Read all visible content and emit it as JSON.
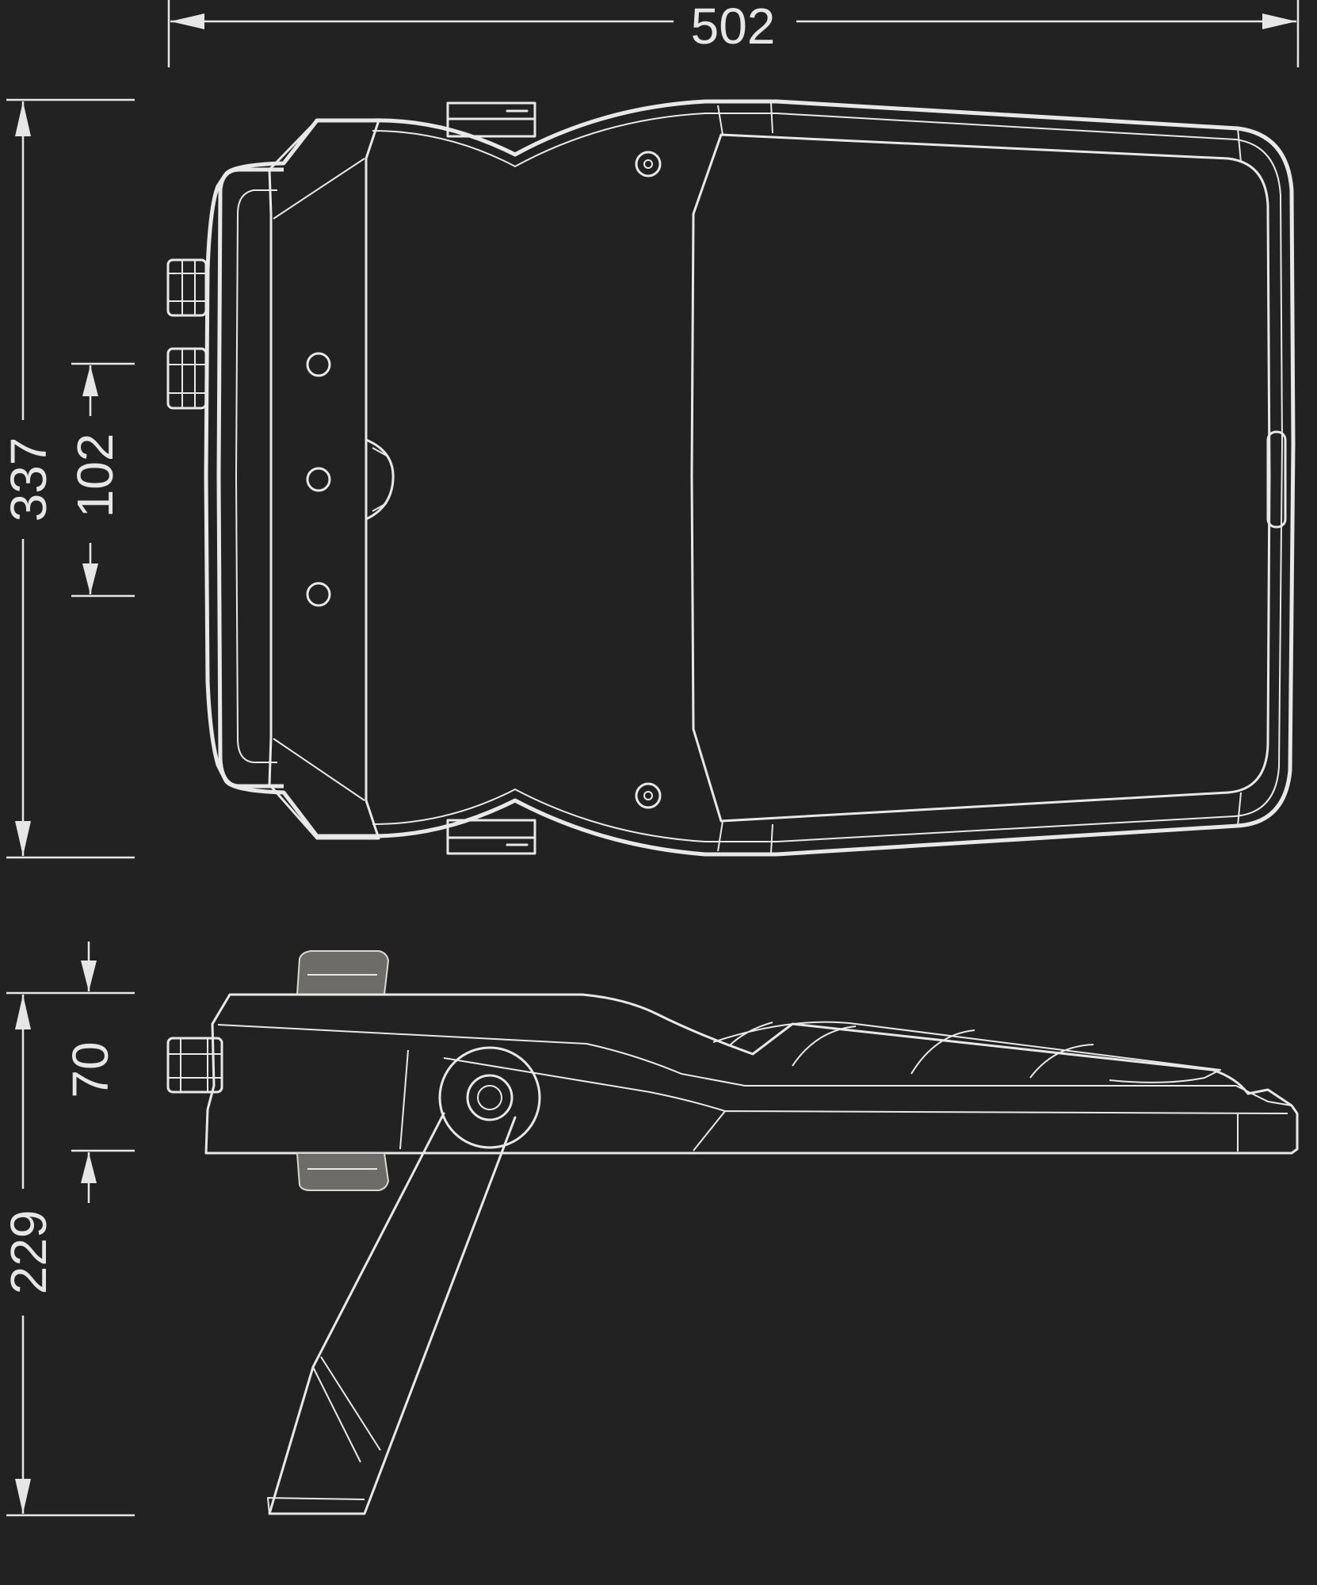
{
  "dimensions": {
    "width": "502",
    "depth": "337",
    "bracket_spacing": "102",
    "body_height": "70",
    "bracket_height": "229"
  },
  "colors": {
    "background": "#222222",
    "line": "#e8e8e8",
    "clip": "#6e6c66"
  }
}
